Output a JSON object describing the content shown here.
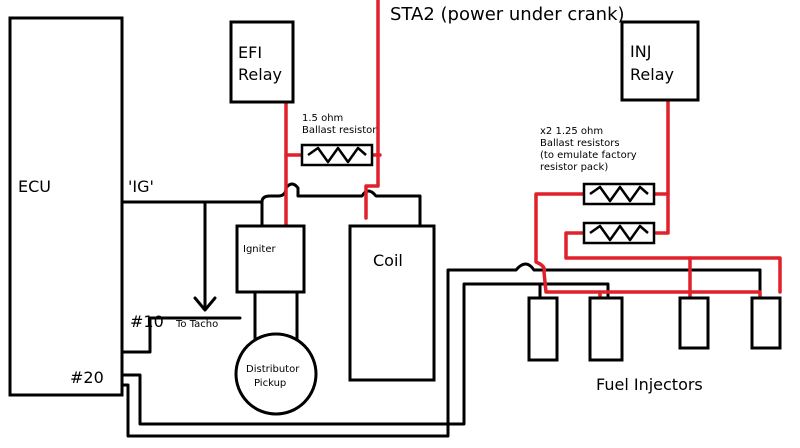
{
  "labels": {
    "ecu": "ECU",
    "efi_relay_line1": "EFI",
    "efi_relay_line2": "Relay",
    "inj_relay_line1": "INJ",
    "inj_relay_line2": "Relay",
    "sta2": "STA2 (power under crank)",
    "ballast_single_line1": "1.5 ohm",
    "ballast_single_line2": "Ballast resistor",
    "ballast_pair_line1": "x2 1.25 ohm",
    "ballast_pair_line2": "Ballast resistors",
    "ballast_pair_line3": "(to emulate factory",
    "ballast_pair_line4": "resistor pack)",
    "ig": "'IG'",
    "igniter": "Igniter",
    "coil": "Coil",
    "to_tacho": "To Tacho",
    "pin10": "#10",
    "pin20": "#20",
    "distributor_line1": "Distributor",
    "distributor_line2": "Pickup",
    "fuel_injectors": "Fuel Injectors"
  },
  "colors": {
    "power_wire": "#e0202a",
    "signal_wire": "#000000",
    "background": "#ffffff"
  }
}
